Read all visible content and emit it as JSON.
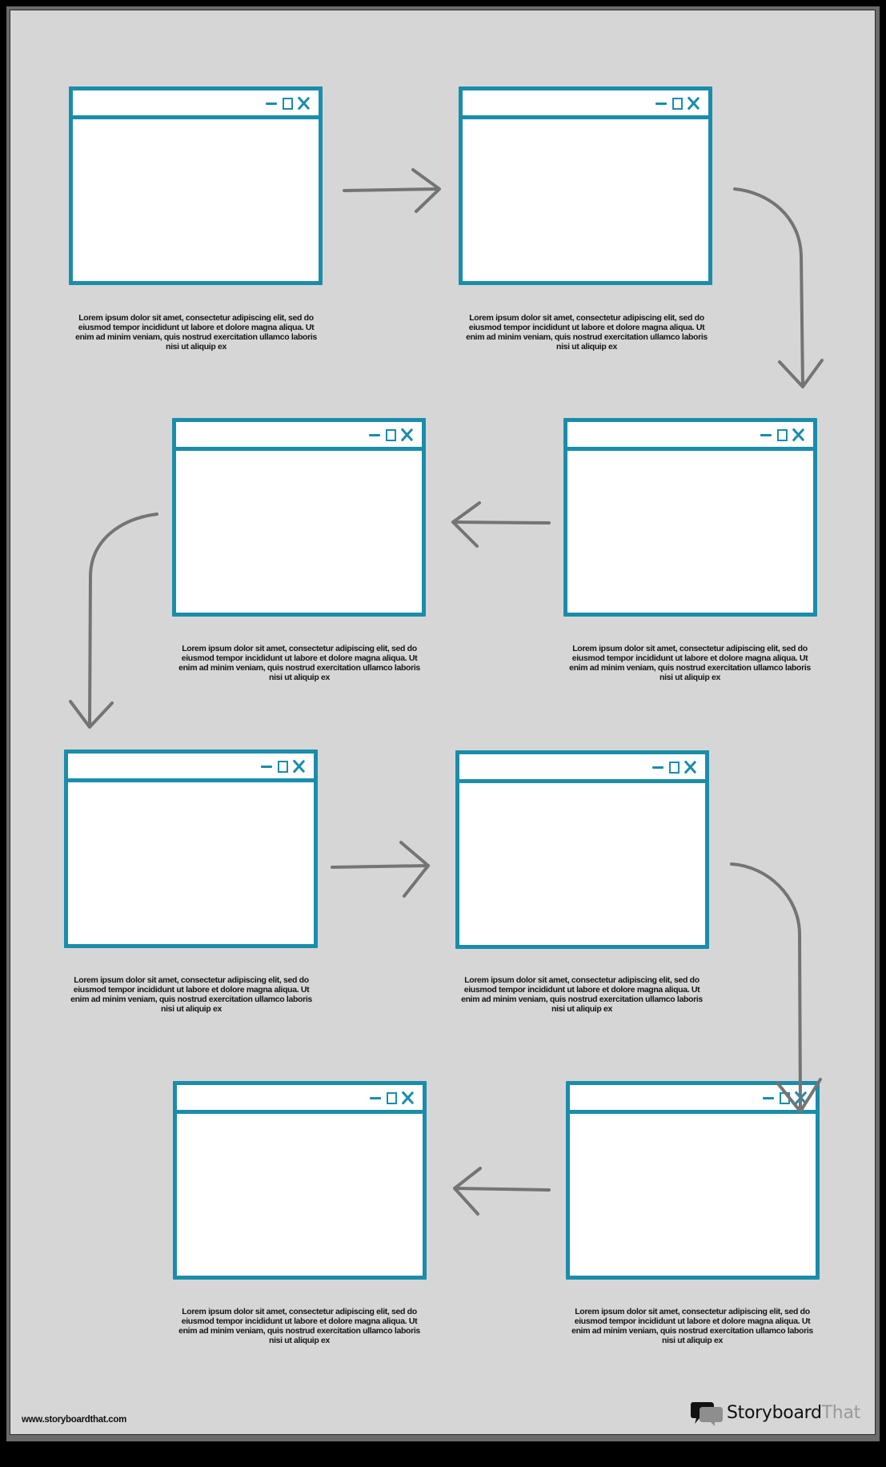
{
  "diagram": {
    "type": "flow-storyboard",
    "layout": "serpentine 2-column, 4 rows",
    "colors": {
      "background": "#d6d6d6",
      "window_border": "#1a8dab",
      "window_fill": "#ffffff",
      "arrow": "#747474",
      "caption_text": "#151515"
    },
    "window_controls": [
      "minimize-icon",
      "maximize-icon",
      "close-icon"
    ],
    "steps": [
      {
        "id": 1,
        "caption": "Lorem ipsum dolor sit amet, consectetur adipiscing elit, sed do eiusmod tempor incididunt ut labore et dolore magna aliqua. Ut enim ad minim veniam, quis nostrud exercitation ullamco laboris nisi ut aliquip ex"
      },
      {
        "id": 2,
        "caption": "Lorem ipsum dolor sit amet, consectetur adipiscing elit, sed do eiusmod tempor incididunt ut labore et dolore magna aliqua. Ut enim ad minim veniam, quis nostrud exercitation ullamco laboris nisi ut aliquip ex"
      },
      {
        "id": 3,
        "caption": "Lorem ipsum dolor sit amet, consectetur adipiscing elit, sed do eiusmod tempor incididunt ut labore et dolore magna aliqua. Ut enim ad minim veniam, quis nostrud exercitation ullamco laboris nisi ut aliquip ex"
      },
      {
        "id": 4,
        "caption": "Lorem ipsum dolor sit amet, consectetur adipiscing elit, sed do eiusmod tempor incididunt ut labore et dolore magna aliqua. Ut enim ad minim veniam, quis nostrud exercitation ullamco laboris nisi ut aliquip ex"
      },
      {
        "id": 5,
        "caption": "Lorem ipsum dolor sit amet, consectetur adipiscing elit, sed do eiusmod tempor incididunt ut labore et dolore magna aliqua. Ut enim ad minim veniam, quis nostrud exercitation ullamco laboris nisi ut aliquip ex"
      },
      {
        "id": 6,
        "caption": "Lorem ipsum dolor sit amet, consectetur adipiscing elit, sed do eiusmod tempor incididunt ut labore et dolore magna aliqua. Ut enim ad minim veniam, quis nostrud exercitation ullamco laboris nisi ut aliquip ex"
      },
      {
        "id": 7,
        "caption": "Lorem ipsum dolor sit amet, consectetur adipiscing elit, sed do eiusmod tempor incididunt ut labore et dolore magna aliqua. Ut enim ad minim veniam, quis nostrud exercitation ullamco laboris nisi ut aliquip ex"
      },
      {
        "id": 8,
        "caption": "Lorem ipsum dolor sit amet, consectetur adipiscing elit, sed do eiusmod tempor incididunt ut labore et dolore magna aliqua. Ut enim ad minim veniam, quis nostrud exercitation ullamco laboris nisi ut aliquip ex"
      }
    ],
    "arrows": [
      {
        "from": 1,
        "to": 2,
        "direction": "right"
      },
      {
        "from": 2,
        "to": 4,
        "direction": "curve-down"
      },
      {
        "from": 4,
        "to": 3,
        "direction": "left"
      },
      {
        "from": 3,
        "to": 5,
        "direction": "curve-down"
      },
      {
        "from": 5,
        "to": 6,
        "direction": "right"
      },
      {
        "from": 6,
        "to": 8,
        "direction": "curve-down"
      },
      {
        "from": 8,
        "to": 7,
        "direction": "left"
      }
    ]
  },
  "footer": {
    "url": "www.storyboardthat.com",
    "logo": {
      "icon": "speech-bubbles-icon",
      "text_primary": "Storyboard",
      "text_secondary": "That"
    }
  }
}
